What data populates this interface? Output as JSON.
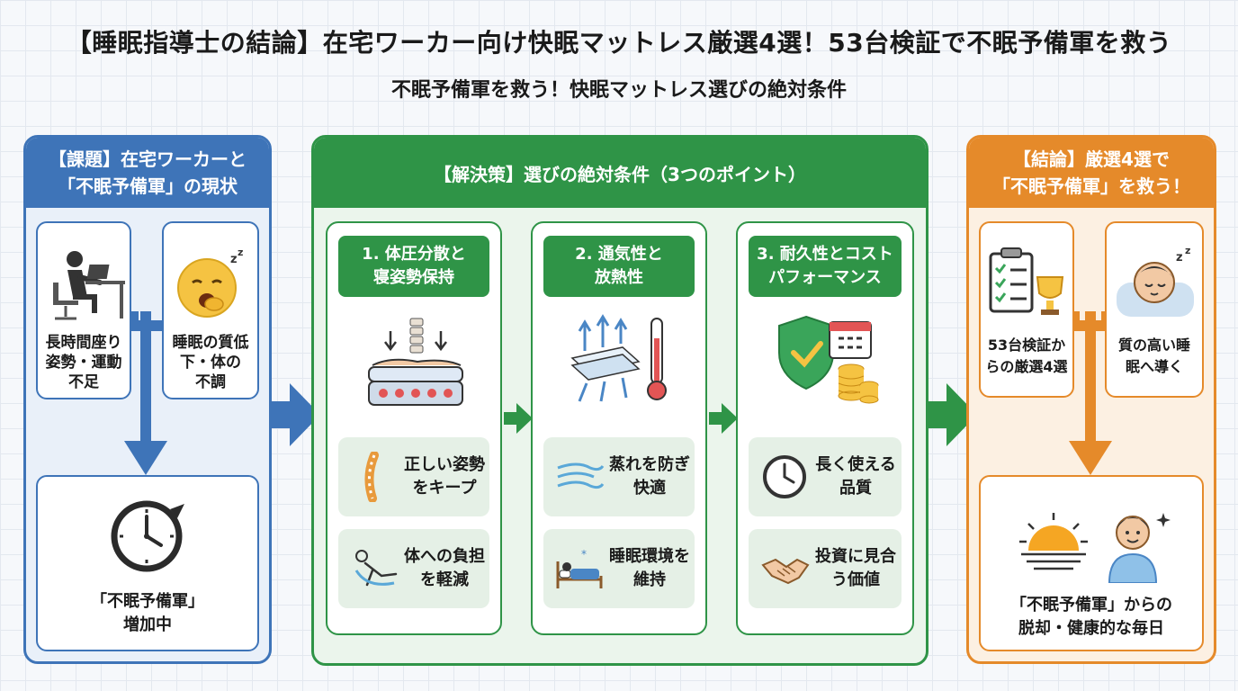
{
  "header": {
    "title": "【睡眠指導士の結論】在宅ワーカー向け快眠マットレス厳選4選！53台検証で不眠予備軍を救う",
    "subtitle": "不眠予備軍を救う！快眠マットレス選びの絶対条件"
  },
  "problem": {
    "heading_line1": "【課題】在宅ワーカーと",
    "heading_line2": "「不眠予備軍」の現状",
    "card1": {
      "lines": [
        "長時間座り",
        "姿勢・運動",
        "不足"
      ],
      "icon": "desk-worker-icon"
    },
    "card2": {
      "lines": [
        "睡眠の質低",
        "下・体の",
        "不調"
      ],
      "icon": "yawning-face-icon"
    },
    "card3": {
      "lines": [
        "「不眠予備軍」",
        "増加中"
      ],
      "icon": "broken-clock-icon"
    }
  },
  "solution": {
    "heading": "【解決策】選びの絶対条件（3つのポイント）",
    "columns": [
      {
        "title_line1": "1. 体圧分散と",
        "title_line2": "寝姿勢保持",
        "icon": "mattress-spine-icon",
        "items": [
          {
            "lines": [
              "正しい姿勢",
              "をキープ"
            ],
            "icon": "spine-icon"
          },
          {
            "lines": [
              "体への負担",
              "を軽減"
            ],
            "icon": "reclining-person-icon"
          }
        ]
      },
      {
        "title_line1": "2. 通気性と",
        "title_line2": "放熱性",
        "icon": "airflow-thermometer-icon",
        "items": [
          {
            "lines": [
              "蒸れを防ぎ",
              "快適"
            ],
            "icon": "wind-icon"
          },
          {
            "lines": [
              "睡眠環境を",
              "維持"
            ],
            "icon": "sleeping-bed-icon"
          }
        ]
      },
      {
        "title_line1": "3. 耐久性とコスト",
        "title_line2": "パフォーマンス",
        "icon": "shield-calendar-coins-icon",
        "items": [
          {
            "lines": [
              "長く使える",
              "品質"
            ],
            "icon": "clock-icon"
          },
          {
            "lines": [
              "投資に見合",
              "う価値"
            ],
            "icon": "handshake-icon"
          }
        ]
      }
    ]
  },
  "conclusion": {
    "heading_line1": "【結論】厳選4選で",
    "heading_line2": "「不眠予備軍」を救う！",
    "card1": {
      "lines": [
        "53台検証か",
        "らの厳選4選"
      ],
      "icon": "checklist-trophy-icon"
    },
    "card2": {
      "lines": [
        "質の高い睡",
        "眠へ導く"
      ],
      "icon": "sleeping-face-icon"
    },
    "card3": {
      "lines": [
        "「不眠予備軍」からの",
        "脱却・健康的な毎日"
      ],
      "icon": "sunrise-happy-person-icon"
    }
  },
  "colors": {
    "problem": "#3e74b8",
    "solution": "#2f9447",
    "conclusion": "#e58a2a"
  }
}
